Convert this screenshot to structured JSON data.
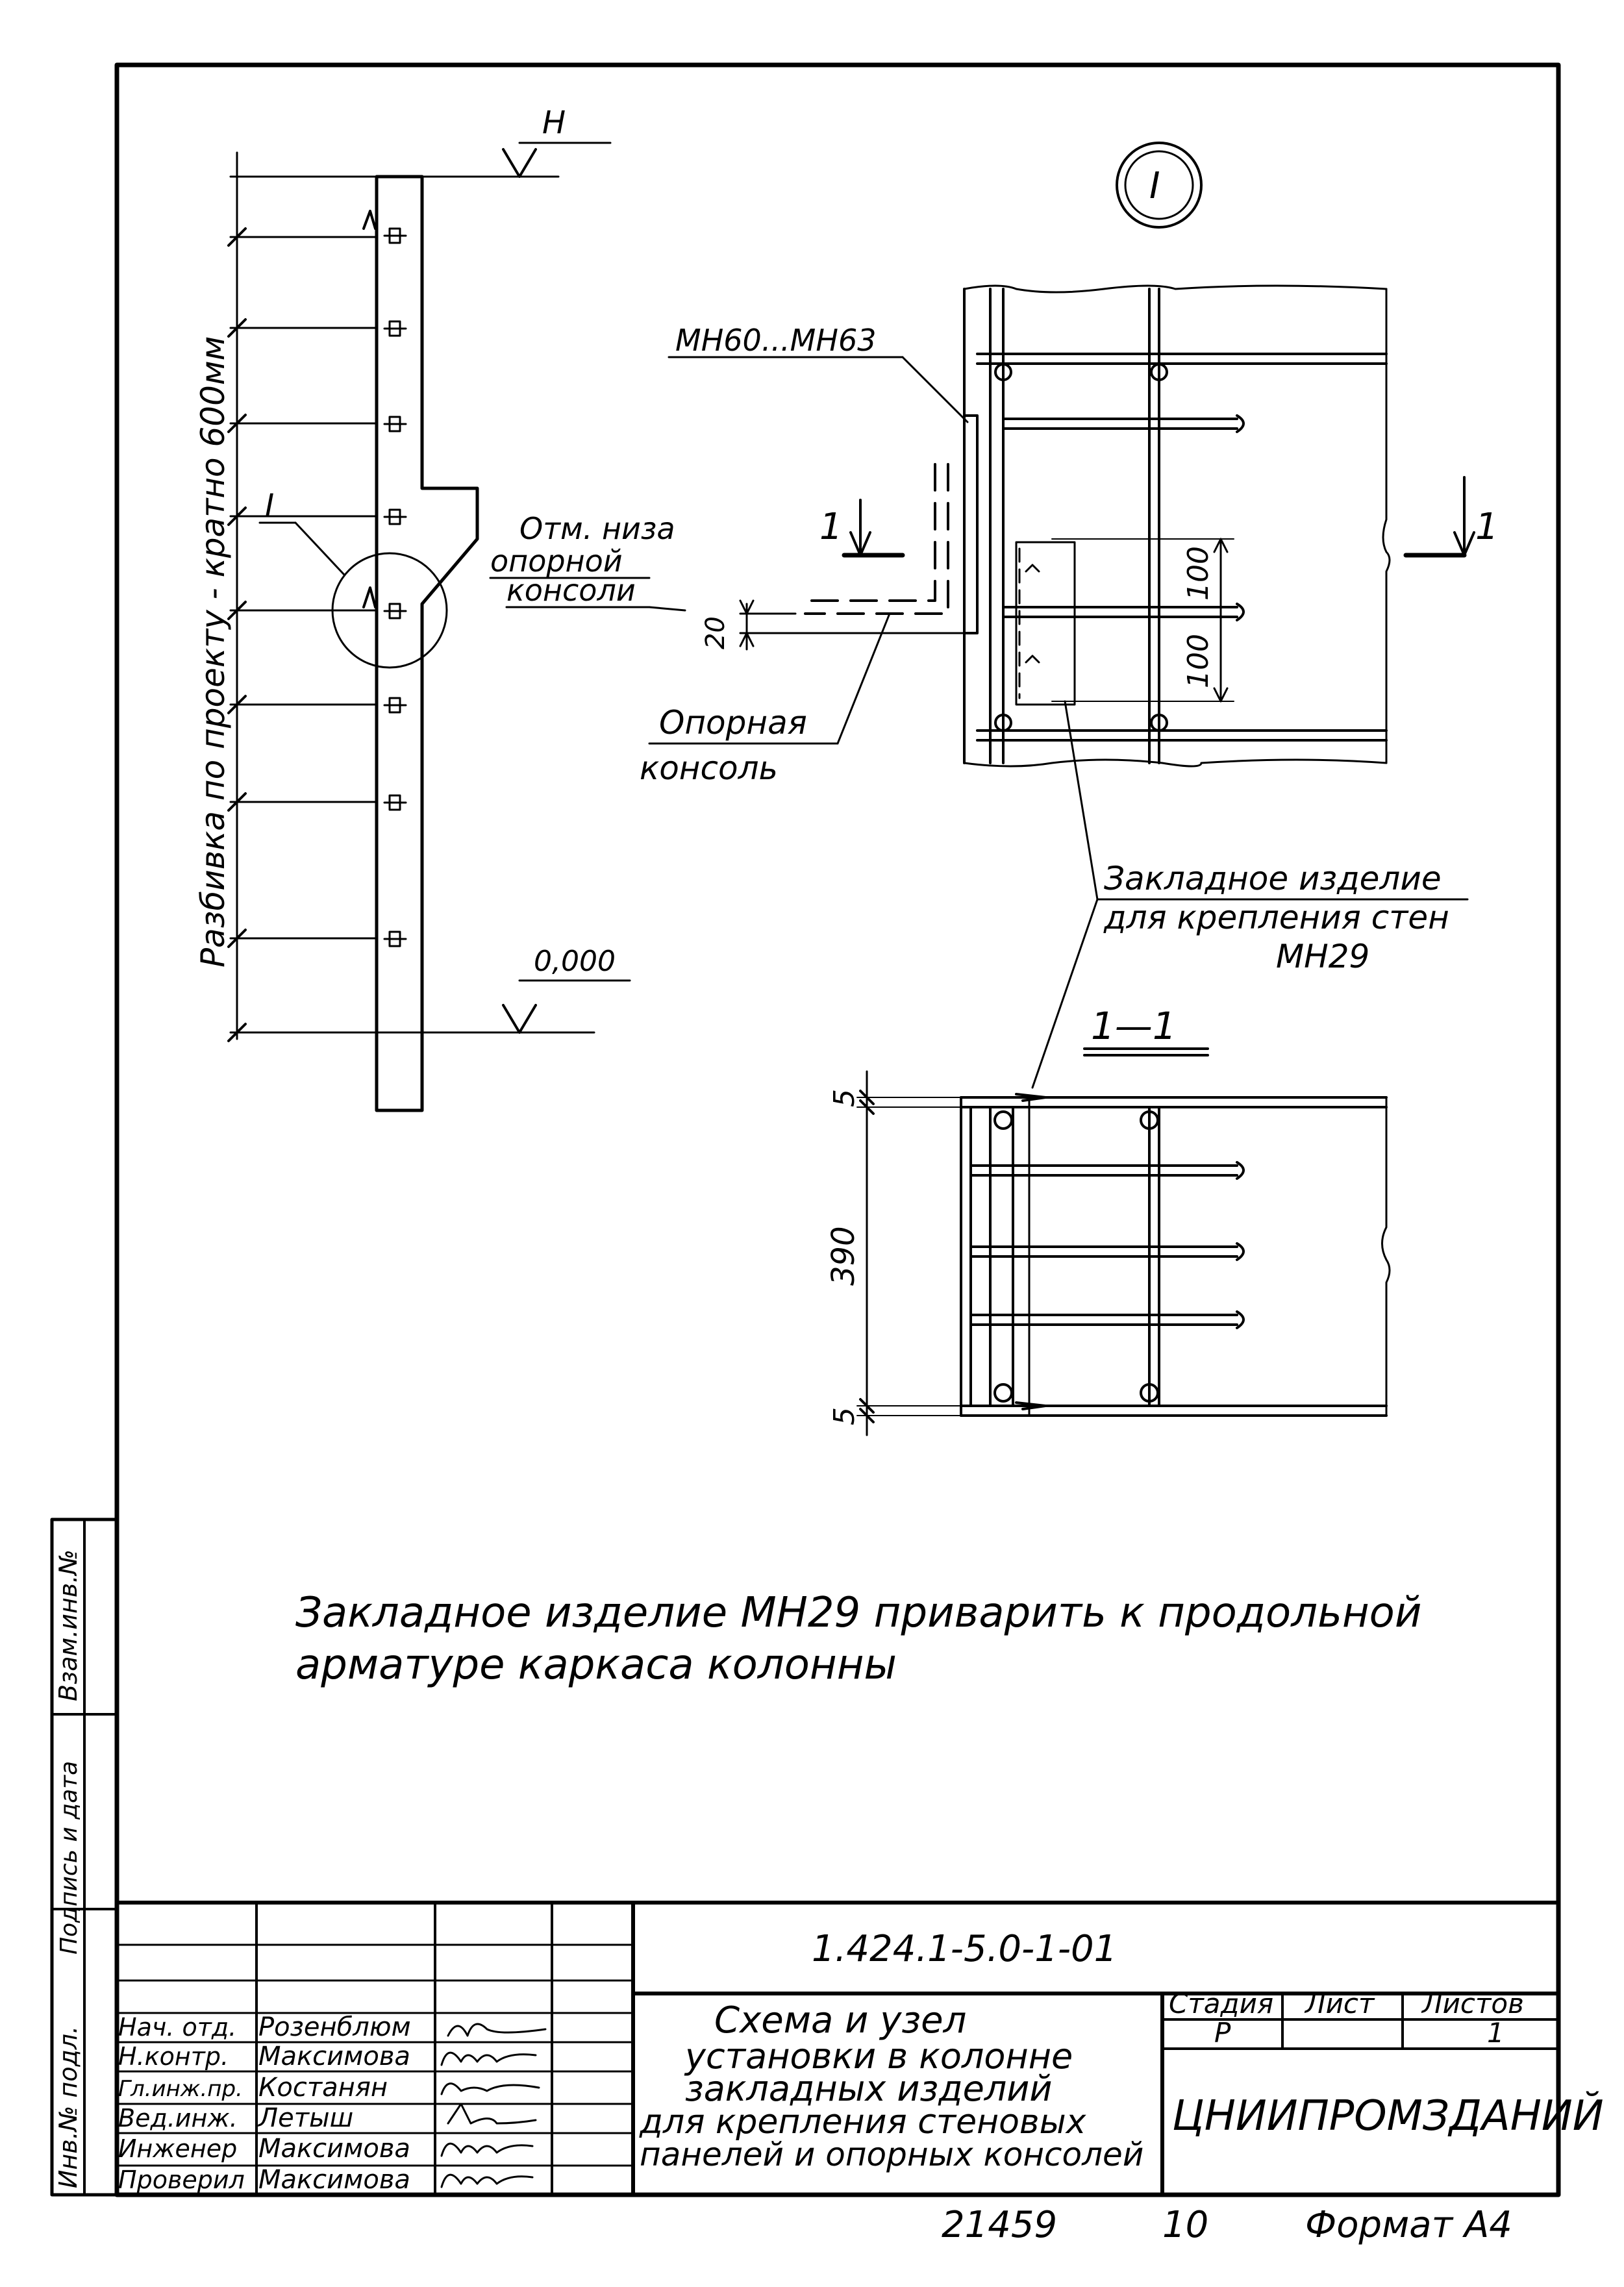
{
  "frame": {
    "side_labels": {
      "inv_replace": "Взам.инв.№",
      "sign_date": "Подпись и дата",
      "inv_orig": "Инв.№ подл."
    }
  },
  "elevation": {
    "mark_top": "Н",
    "mark_zero": "0,000",
    "spacing_label": "Разбивка по проекту - кратно 600мм",
    "node_callout": "I"
  },
  "detail": {
    "node_badge": "I",
    "leader_embed_console": "МН60...МН63",
    "label_bottom_console": [
      "Отм. низа",
      "опорной",
      "консоли"
    ],
    "dim_20": "20",
    "label_support_console": [
      "Опорная",
      "консоль"
    ],
    "section_left": "1",
    "section_right": "1",
    "dim_100_top": "100",
    "dim_100_bottom": "100",
    "label_embed": [
      "Закладное изделие",
      "для крепления стен",
      "МН29"
    ]
  },
  "section": {
    "title": "1—1",
    "dim_5_top": "5",
    "dim_390": "390",
    "dim_5_bottom": "5"
  },
  "note": {
    "line1": "Закладное изделие МН29 приварить к продольной",
    "line2": "арматуре каркаса колонны"
  },
  "title_block": {
    "doc_code": "1.424.1-5.0-1-01",
    "roles": [
      "Нач. отд.",
      "Н.контр.",
      "Гл.инж.пр.",
      "Вед.инж.",
      "Инженер",
      "Проверил"
    ],
    "names": [
      "Розенблюм",
      "Максимова",
      "Костанян",
      "Летыш",
      "Максимова",
      "Максимова"
    ],
    "title_lines": [
      "Схема и узел",
      "установки в колонне",
      "закладных изделий",
      "для крепления стеновых",
      "панелей и опорных консолей"
    ],
    "stage_header": "Стадия",
    "sheet_header": "Лист",
    "sheets_header": "Листов",
    "stage": "Р",
    "sheets": "1",
    "organization": "ЦНИИПРОМЗДАНИЙ"
  },
  "footer": {
    "number": "21459",
    "page": "10",
    "format": "Формат А4"
  }
}
